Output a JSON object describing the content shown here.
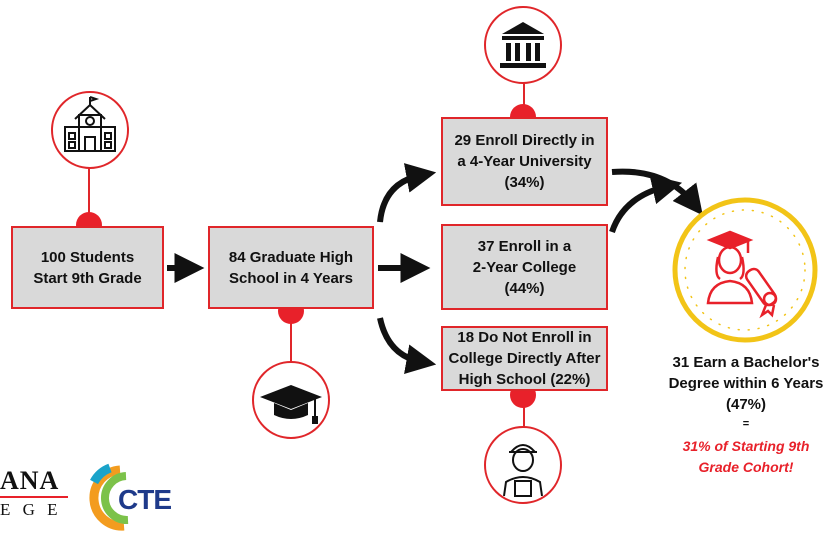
{
  "boxes": {
    "start": "100 Students\nStart 9th Grade",
    "graduate": "84 Graduate High\nSchool in 4 Years",
    "university": "29 Enroll Directly in\na 4-Year University\n(34%)",
    "college": "37 Enroll in a\n2-Year College\n(44%)",
    "no_enroll": "18 Do Not Enroll in\nCollege Directly After\nHigh School (22%)"
  },
  "outcome": {
    "line1": "31 Earn a Bachelor's",
    "line2": "Degree within 6 Years",
    "line3": "(47%)",
    "equals": "=",
    "note1": "31% of Starting 9th",
    "note2": "Grade Cohort!"
  },
  "logos": {
    "partial_line1": "ANA",
    "partial_line2": "E G E",
    "cte": "CTE"
  },
  "icons": {
    "school": "school-building-icon",
    "university": "university-columns-icon",
    "graduation_cap": "graduation-cap-icon",
    "worker": "worker-icon",
    "graduate": "graduate-diploma-icon"
  },
  "colors": {
    "accent_red": "#e8212a",
    "box_fill": "#d9d9d9",
    "medal_gold": "#f2c417"
  }
}
